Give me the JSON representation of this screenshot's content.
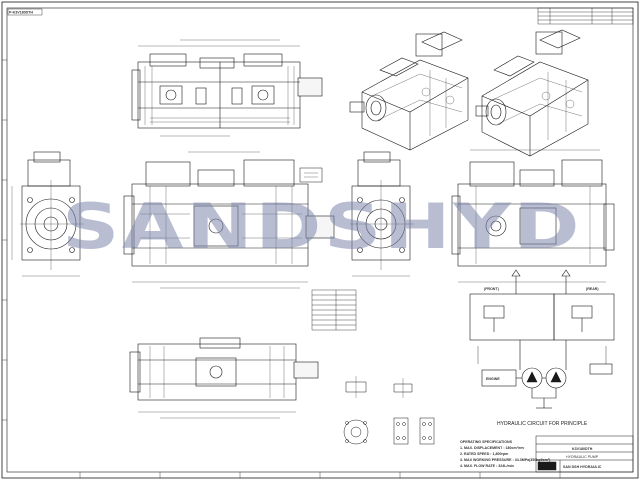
{
  "drawing": {
    "part_code": "K3V180DTH",
    "top_left_tag": "P-K3V180DTH",
    "watermark": "SANDSHYD",
    "colors": {
      "line": "#1a1a1a",
      "watermark": "#7d86ad",
      "paper": "#ffffff"
    }
  },
  "circuit": {
    "caption": "HYDRAULIC CIRCUIT FOR PRINCIPLE",
    "front_label": "(FRONT)",
    "rear_label": "(REAR)",
    "engine_label": "ENGINE"
  },
  "specs": {
    "title": "OPERATING SPECIFICATIONS",
    "lines": [
      "1. MAX. DISPLACEMENT : 180cm³/rev",
      "2. RATED SPEED : 1,800rpm",
      "3. MAX WORKING PRESSURE : 34.3MPa(350kgf/cm²)",
      "4. MAX. FLOW RATE : 324L/min"
    ]
  },
  "title_block": {
    "model": "K3V180DTH",
    "product": "HYDRAULIC PUMP",
    "company": "SAN DSH HYDRAULIC"
  }
}
